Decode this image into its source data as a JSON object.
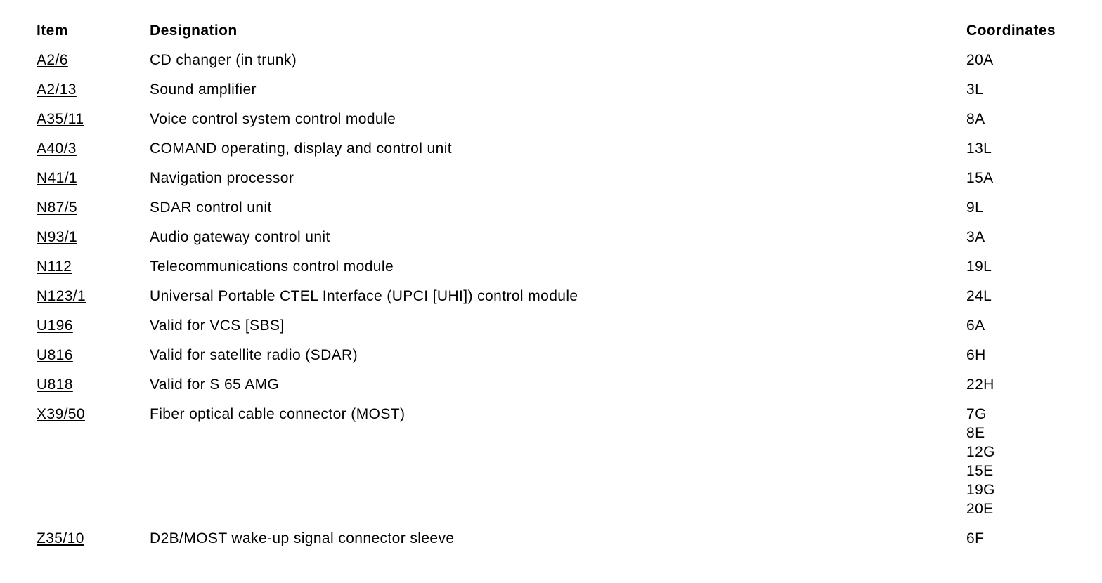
{
  "page": {
    "background_color": "#ffffff",
    "text_color": "#000000"
  },
  "table": {
    "headers": {
      "item": "Item",
      "designation": "Designation",
      "coordinates": "Coordinates"
    },
    "rows": [
      {
        "item": "A2/6",
        "designation": "CD changer (in trunk)",
        "coordinates": [
          "20A"
        ]
      },
      {
        "item": "A2/13",
        "designation": "Sound amplifier",
        "coordinates": [
          "3L"
        ]
      },
      {
        "item": "A35/11",
        "designation": "Voice control system control module",
        "coordinates": [
          "8A"
        ]
      },
      {
        "item": "A40/3",
        "designation": "COMAND operating, display and control unit",
        "coordinates": [
          "13L"
        ]
      },
      {
        "item": "N41/1",
        "designation": "Navigation processor",
        "coordinates": [
          "15A"
        ]
      },
      {
        "item": "N87/5",
        "designation": "SDAR control unit",
        "coordinates": [
          "9L"
        ]
      },
      {
        "item": "N93/1",
        "designation": "Audio gateway control unit",
        "coordinates": [
          "3A"
        ]
      },
      {
        "item": "N112",
        "designation": "Telecommunications control module",
        "coordinates": [
          "19L"
        ]
      },
      {
        "item": "N123/1",
        "designation": "Universal Portable CTEL Interface (UPCI [UHI]) control module",
        "coordinates": [
          "24L"
        ]
      },
      {
        "item": "U196",
        "designation": "Valid for VCS [SBS]",
        "coordinates": [
          "6A"
        ]
      },
      {
        "item": "U816",
        "designation": "Valid for satellite radio (SDAR)",
        "coordinates": [
          "6H"
        ]
      },
      {
        "item": "U818",
        "designation": "Valid for S 65 AMG",
        "coordinates": [
          "22H"
        ]
      },
      {
        "item": "X39/50",
        "designation": "Fiber optical cable connector (MOST)",
        "coordinates": [
          "7G",
          "8E",
          "12G",
          "15E",
          "19G",
          "20E"
        ]
      },
      {
        "item": "Z35/10",
        "designation": "D2B/MOST wake-up signal connector sleeve",
        "coordinates": [
          "6F"
        ]
      }
    ]
  }
}
